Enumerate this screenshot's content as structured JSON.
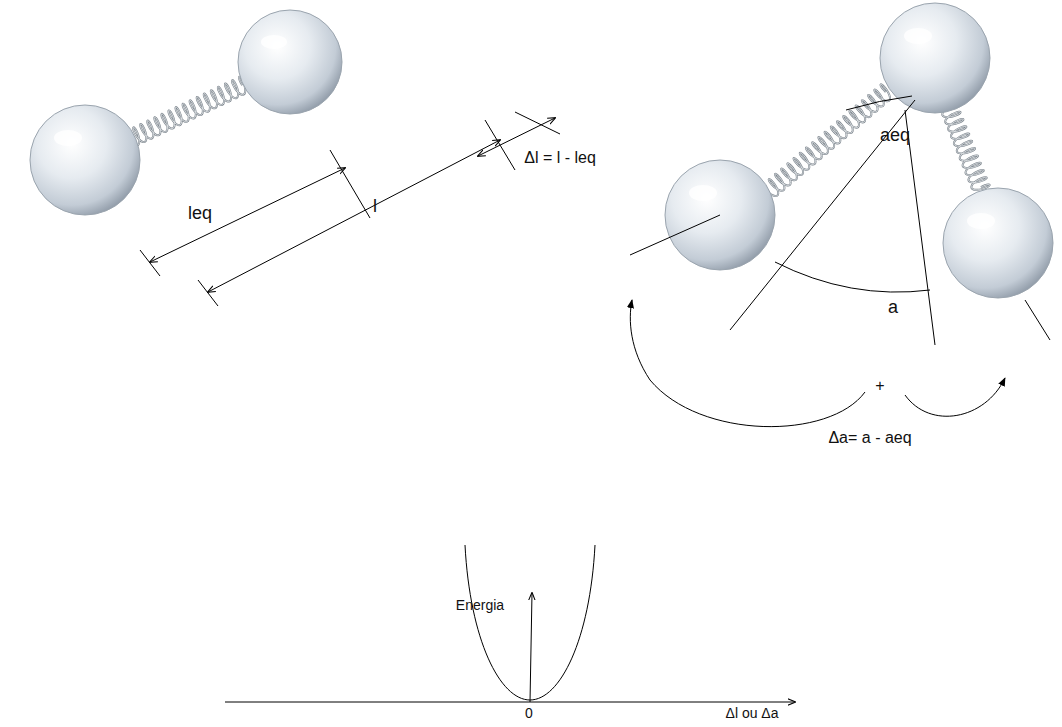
{
  "diagram": {
    "labels": [
      "leq",
      "l",
      "Δl = l - leq",
      "aeq",
      "a",
      "+",
      "Δa= a - aeq",
      "Energia",
      "0",
      "Δl ou Δa"
    ]
  }
}
